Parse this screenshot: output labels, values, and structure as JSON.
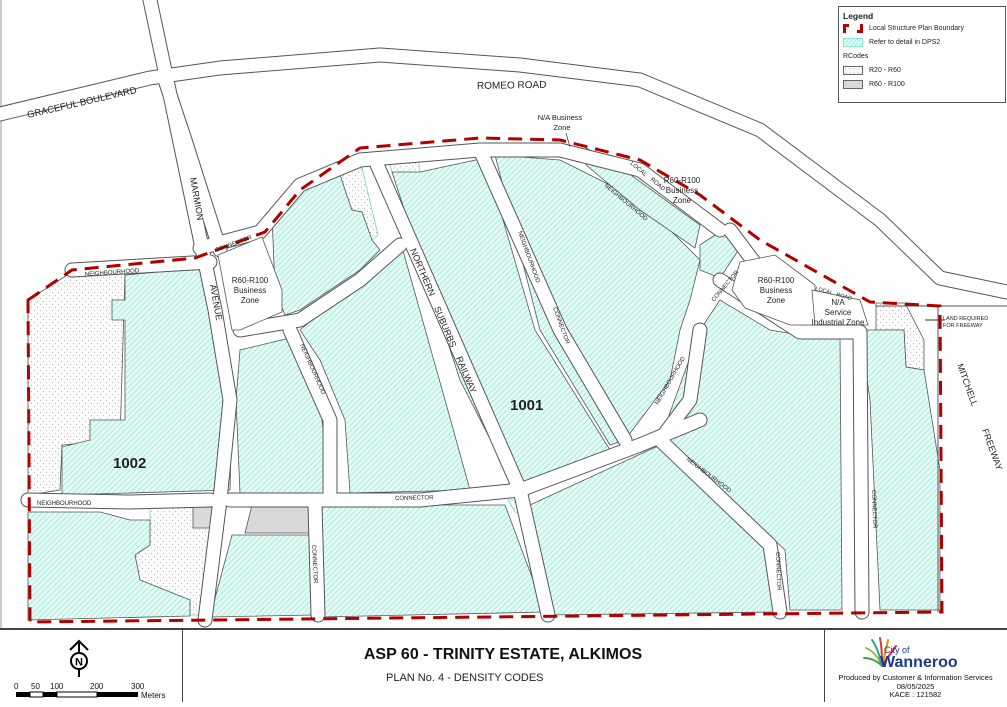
{
  "legend": {
    "title": "Legend",
    "items": [
      {
        "label": "Local Structure Plan Boundary",
        "swatch": "boundary"
      },
      {
        "label": "Refer to detail in DPS2",
        "swatch": "hatch"
      }
    ],
    "rcodes_heading": "RCodes",
    "rcodes": [
      {
        "label": "R20 - R60",
        "swatch": "dots"
      },
      {
        "label": "R60 - R100",
        "swatch": "grey"
      }
    ]
  },
  "colors": {
    "boundary": "#b00000",
    "hatch": "#9ef0de",
    "hatch_bg": "#e8fbf6",
    "grey_zone": "#d9d9d9",
    "road_line": "#555555",
    "brand_blue": "#1a3a8a"
  },
  "map": {
    "roads": {
      "graceful": "GRACEFUL BOULEVARD",
      "romeo": "ROMEO ROAD",
      "marmion": "MARMION",
      "avenue": "AVENUE",
      "northern": "NORTHERN",
      "suburbs": "SUBURBS",
      "railway": "RAILWAY",
      "mitchell": "MITCHELL",
      "freeway": "FREEWAY",
      "connector": "CONNECTOR",
      "neighbourhood": "NEIGHBOURHOOD",
      "local": "LOCAL",
      "road": "ROAD"
    },
    "zones": {
      "na_business_1": "N/A Business",
      "na_business_2": "Zone",
      "r60_1": "R60-R100",
      "r60_2": "Business",
      "r60_3": "Zone",
      "na_service_1": "N/A",
      "na_service_2": "Service",
      "na_service_3": "Industrial Zone",
      "land_req_1": "LAND REQUIRED",
      "land_req_2": "FOR FREEWAY"
    },
    "cells": {
      "c1001": "1001",
      "c1002": "1002"
    }
  },
  "footer": {
    "title": "ASP 60 - TRINITY ESTATE, ALKIMOS",
    "subtitle": "PLAN No. 4 - DENSITY CODES",
    "north_label": "N",
    "scale": {
      "ticks": [
        "0",
        "50",
        "100",
        "200",
        "300"
      ],
      "unit": "Meters"
    },
    "org": {
      "city_of": "City of",
      "name": "Wanneroo",
      "produced_by": "Produced by Customer & Information Services",
      "date": "08/05/2025",
      "kace": "KACE : 121582"
    }
  }
}
